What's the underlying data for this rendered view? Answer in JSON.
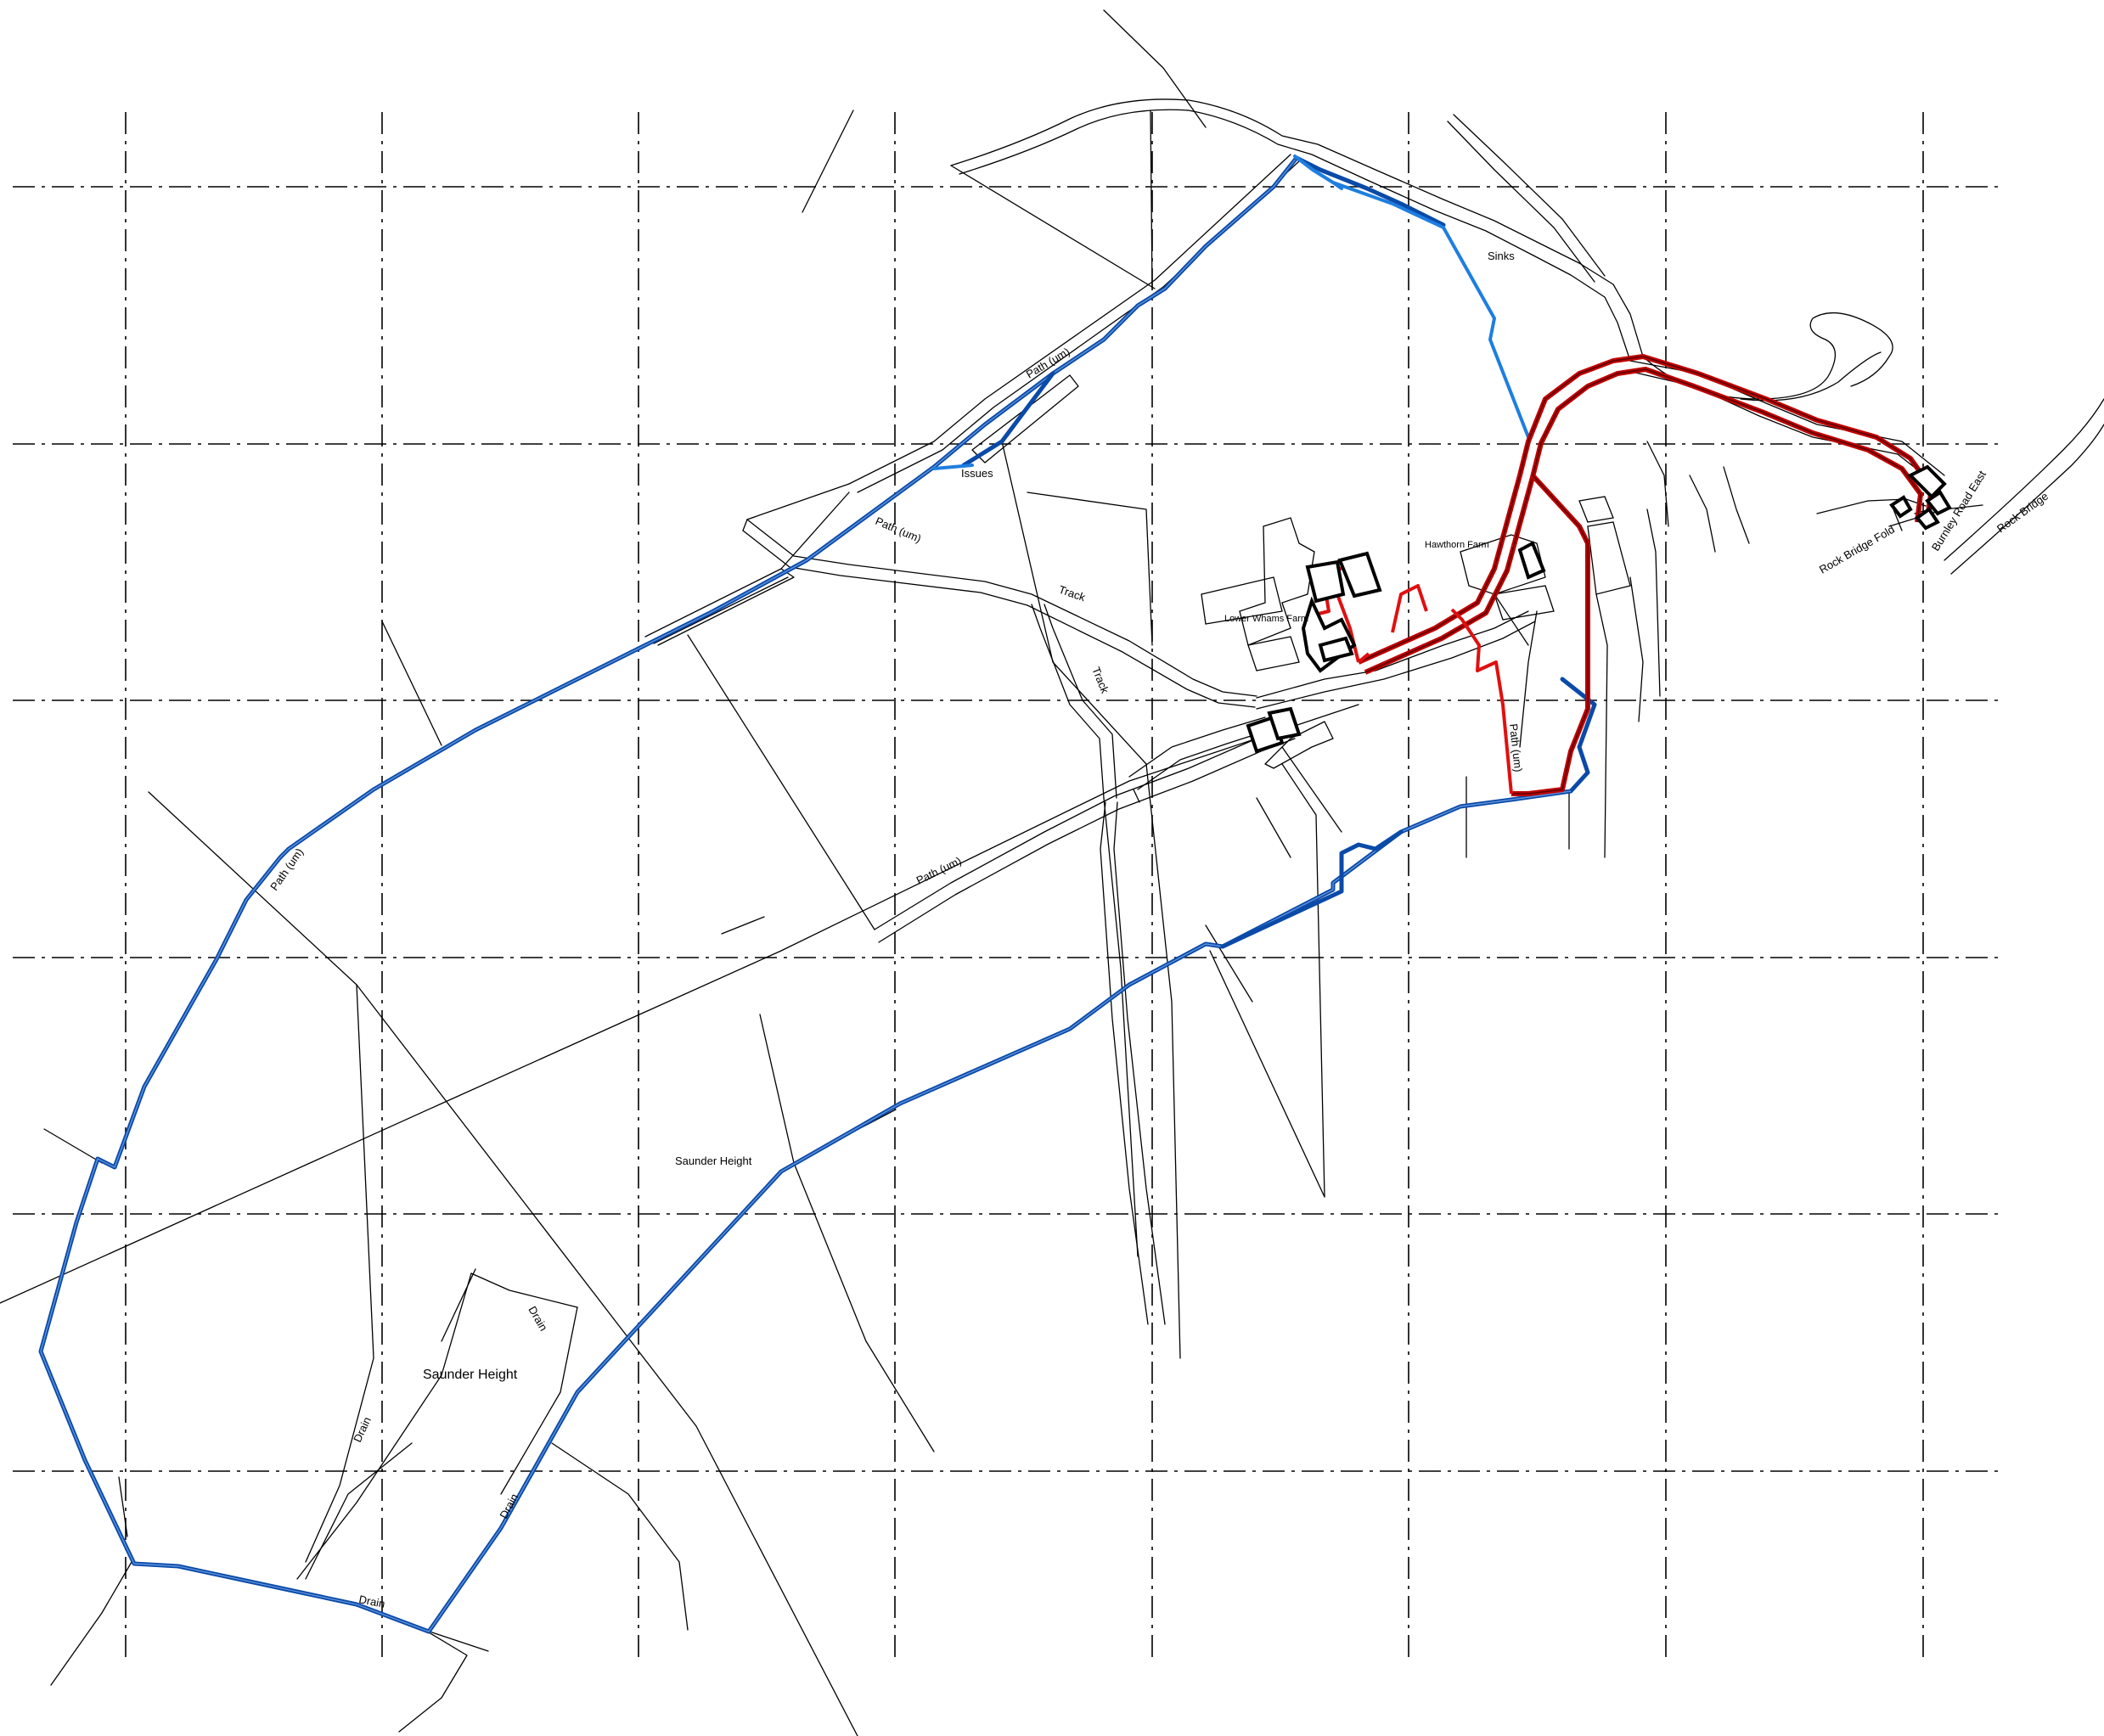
{
  "map": {
    "labels": {
      "sinks": "Sinks",
      "issues": "Issues",
      "path_um_1": "Path (um)",
      "path_um_2": "Path (um)",
      "path_um_3": "Path (um)",
      "path_um_4": "Path (um)",
      "path_um_5": "Path (um)",
      "track_1": "Track",
      "track_2": "Track",
      "hawthorn_farm": "Hawthorn Farm",
      "lower_whams_farm": "Lower Whams Farm",
      "rock_bridge_fold": "Rock Bridge Fold",
      "burnley_road_east": "Burnley Road East",
      "rock_bridge": "Rock Bridge",
      "saunder_height_small": "Saunder Height",
      "saunder_height_large": "Saunder Height",
      "drain_1": "Drain",
      "drain_2": "Drain",
      "drain_3": "Drain",
      "drain_4": "Drain"
    },
    "colors": {
      "boundary_dark": "#0a4aa8",
      "boundary_light": "#1e7ee0",
      "route_red": "#c00000",
      "linework": "#000000",
      "background": "#ffffff"
    }
  }
}
